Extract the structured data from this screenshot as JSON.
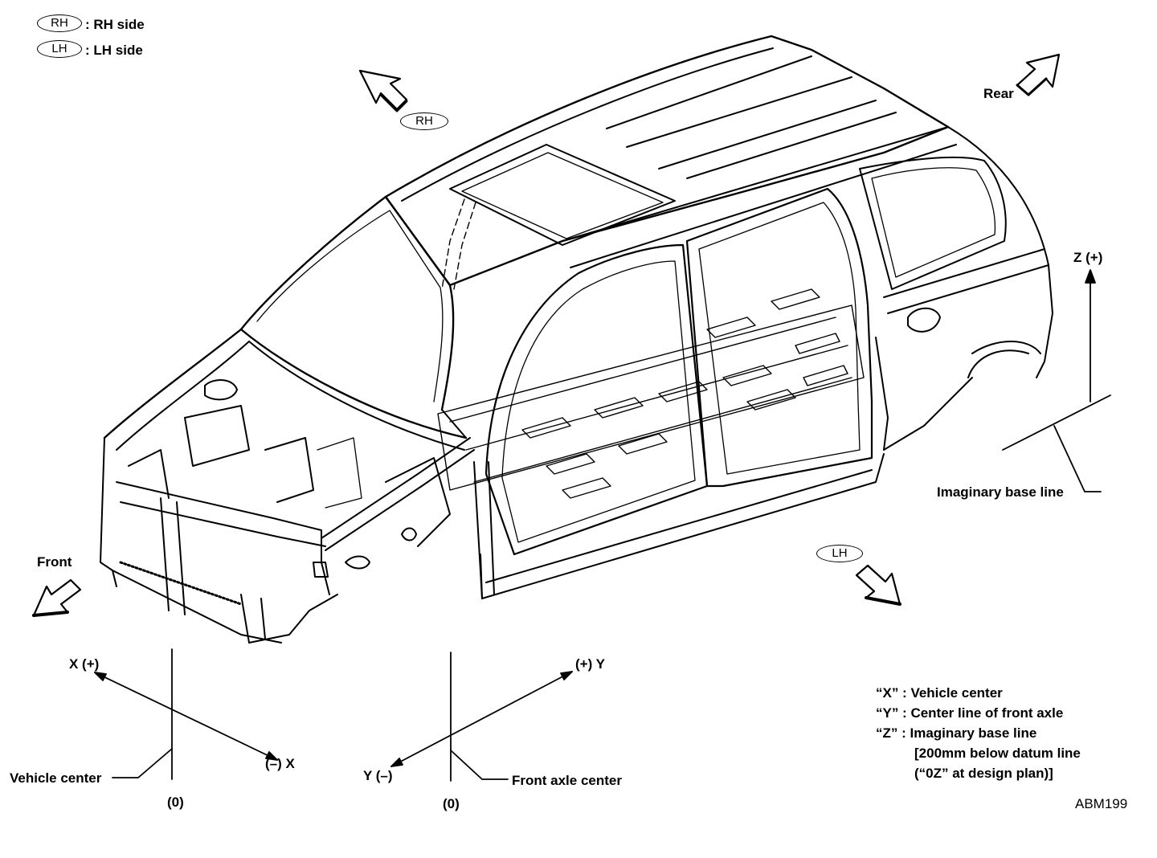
{
  "legend": {
    "rh": {
      "badge": "RH",
      "text": ": RH side"
    },
    "lh": {
      "badge": "LH",
      "text": ": LH side"
    }
  },
  "directions": {
    "rh_badge": "RH",
    "lh_badge": "LH",
    "rear": "Rear",
    "front": "Front"
  },
  "axes": {
    "z_plus": "Z (+)",
    "imaginary_base_line": "Imaginary base line",
    "x_plus": "X (+)",
    "x_minus": "(–) X",
    "y_plus": "(+) Y",
    "y_minus": "Y (–)",
    "vehicle_center": "Vehicle center",
    "front_axle_center": "Front axle center",
    "zero_left": "(0)",
    "zero_right": "(0)"
  },
  "notes": {
    "x": "“X” : Vehicle center",
    "y": "“Y” : Center line of front axle",
    "z": "“Z” : Imaginary base line",
    "z_detail_1": "[200mm below datum line",
    "z_detail_2": "(“0Z” at design plan)]"
  },
  "figure_code": "ABM199"
}
